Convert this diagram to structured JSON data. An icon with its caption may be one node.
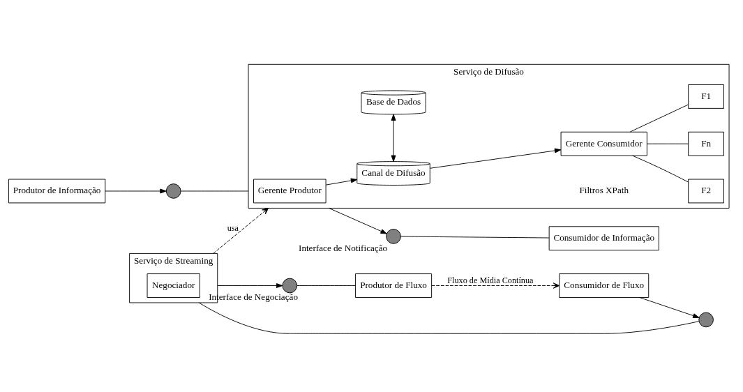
{
  "diagram": {
    "nodes": [
      {
        "text": [
          "Serviço de Difusão"
        ]
      },
      {
        "text": [
          "Gerente Produtor"
        ],
        "in": 0
      },
      {
        "text": [
          "Canal de Difusão"
        ],
        "in": 0
      },
      {
        "text": [
          "Gerente Consumidor"
        ],
        "in": 0
      },
      {
        "text": [
          "Base de Dados"
        ],
        "in": 0
      },
      {
        "text": [
          "F1"
        ],
        "in": 0
      },
      {
        "text": [
          "F2"
        ],
        "in": 0
      },
      {
        "text": [
          "Fn"
        ],
        "in": 0
      },
      {
        "text": [
          "Produtor de Informação"
        ]
      },
      {
        "text": [],
        "shape": "circle"
      },
      {
        "text": [
          "Consumidor de Informação"
        ]
      },
      {
        "text": [],
        "shape": "circle",
        "beside": [
          "Interface de Notificação"
        ]
      },
      {
        "text": [
          "Serviço de Streaming"
        ]
      },
      {
        "text": [
          "Negociador"
        ],
        "in": 12
      },
      {
        "text": [
          "Produtor de Fluxo"
        ]
      },
      {
        "text": [],
        "shape": "circle",
        "beside": [
          "Interface de Negociação"
        ]
      },
      {
        "text": [],
        "shape": "circle"
      },
      {
        "text": [
          "Consumidor de Fluxo"
        ]
      }
    ],
    "edges": [
      {
        "from": 8,
        "to": 9,
        "arrow": "to"
      },
      {
        "from": 9,
        "to": 0,
        "arrow": "none"
      },
      {
        "from": 1,
        "to": 2,
        "arrow": "to"
      },
      {
        "from": 2,
        "to": 3,
        "arrow": "to"
      },
      {
        "from": 2,
        "to": 4,
        "arrow": "both"
      },
      {
        "from": 3,
        "to": 5,
        "arrow": "none"
      },
      {
        "from": 3,
        "to": 6,
        "arrow": "none"
      },
      {
        "from": 3,
        "to": 7,
        "arrow": "none"
      },
      {
        "from": 0,
        "to": 11,
        "arrow": "to"
      },
      {
        "from": 11,
        "to": 10,
        "arrow": "none"
      },
      {
        "from": 12,
        "to": 0,
        "arrow": "to",
        "label": "usa",
        "style": "dashed"
      },
      {
        "from": 12,
        "to": 15,
        "arrow": "to"
      },
      {
        "from": 15,
        "to": 14,
        "arrow": "none"
      },
      {
        "from": 17,
        "to": 16,
        "arrow": "to"
      },
      {
        "from": 16,
        "to": 12,
        "arrow": "none"
      },
      {
        "from": 14,
        "to": 17,
        "arrow": "to",
        "label": "Fluxo de Mídia Contínua",
        "style": "dashed"
      }
    ],
    "labels": [
      "Filtros XPath"
    ]
  }
}
